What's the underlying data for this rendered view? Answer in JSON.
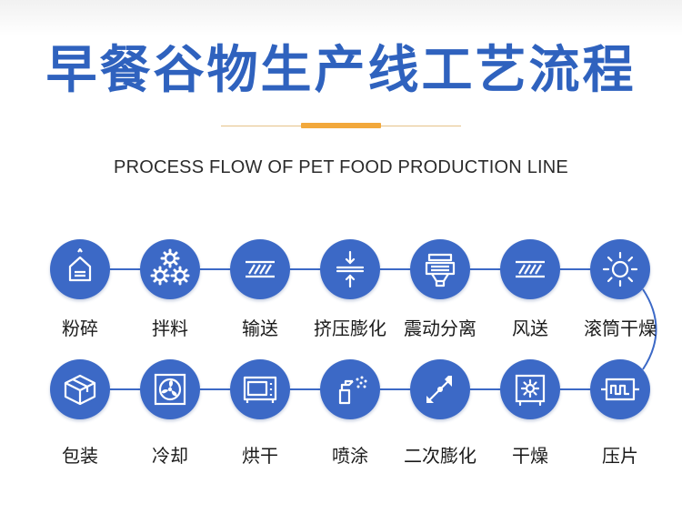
{
  "title": "早餐谷物生产线工艺流程",
  "subtitle": "PROCESS FLOW OF PET FOOD PRODUCTION LINE",
  "colors": {
    "accent_blue": "#3c69c6",
    "title_blue": "#2f62be",
    "divider_gold": "#f2a83b"
  },
  "steps": [
    {
      "label": "粉碎",
      "icon": "crusher-icon"
    },
    {
      "label": "拌料",
      "icon": "gears-icon"
    },
    {
      "label": "输送",
      "icon": "conveyor-icon"
    },
    {
      "label": "挤压膨化",
      "icon": "extrusion-press-icon"
    },
    {
      "label": "震动分离",
      "icon": "vibrating-separator-icon"
    },
    {
      "label": "风送",
      "icon": "air-conveyor-icon"
    },
    {
      "label": "滚筒干燥",
      "icon": "sun-icon"
    },
    {
      "label": "压片",
      "icon": "flaking-press-icon"
    },
    {
      "label": "干燥",
      "icon": "dryer-icon"
    },
    {
      "label": "二次膨化",
      "icon": "expand-arrows-icon"
    },
    {
      "label": "喷涂",
      "icon": "spray-icon"
    },
    {
      "label": "烘干",
      "icon": "oven-icon"
    },
    {
      "label": "冷却",
      "icon": "cooling-fan-icon"
    },
    {
      "label": "包装",
      "icon": "package-box-icon"
    }
  ]
}
